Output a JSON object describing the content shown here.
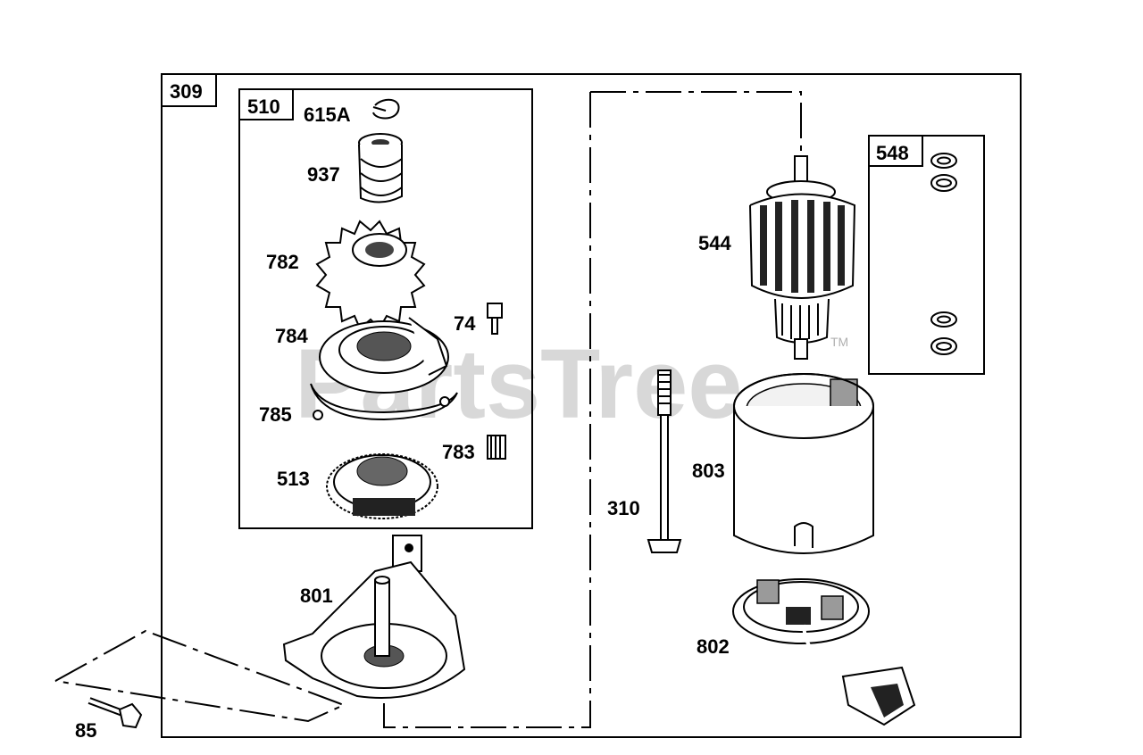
{
  "watermark": {
    "text": "PartsTree",
    "tm": "TM"
  },
  "boxes": {
    "main": "309",
    "kit": "510",
    "washers": "548"
  },
  "parts": [
    "615A",
    "937",
    "782",
    "784",
    "74",
    "785",
    "783",
    "513",
    "544",
    "803",
    "310",
    "801",
    "802",
    "85"
  ]
}
